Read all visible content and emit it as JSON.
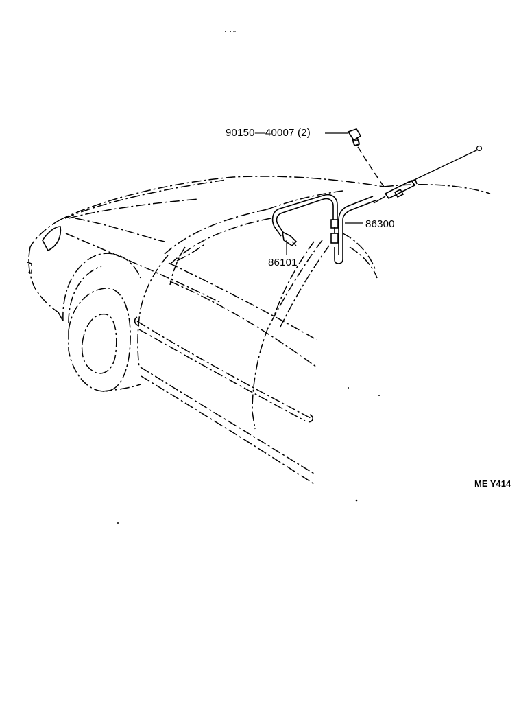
{
  "callouts": [
    {
      "id": "bolt",
      "label": "90150—40007 (2)"
    },
    {
      "id": "antenna",
      "label": "86300"
    },
    {
      "id": "cable",
      "label": "86101"
    }
  ],
  "diagram_code": "ME  Y414"
}
